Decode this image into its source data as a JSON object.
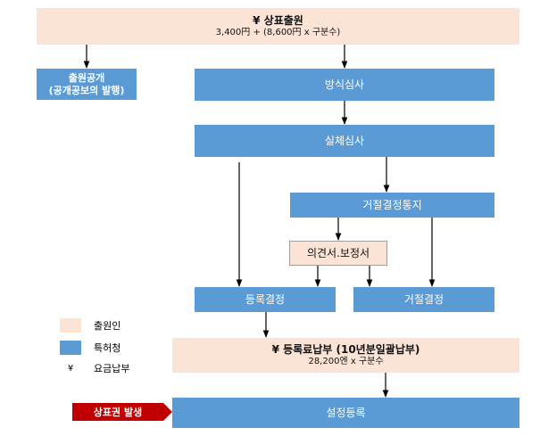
{
  "boxes": {
    "application": {
      "title": "¥ 상표출원",
      "fee": "3,400円 + (8,600円 x 구분수)"
    },
    "publication": {
      "line1": "출원공개",
      "line2": "(공개공보의 발행)"
    },
    "formality_exam": "방식심사",
    "substantive_exam": "실체심사",
    "rejection_notice": "거절결정통지",
    "response": "의견서.보정서",
    "registration_decision": "등록결정",
    "rejection_decision": "거절결정",
    "registration_fee": {
      "title": "¥ 등록료납부 (10년분일괄납부)",
      "fee": "28,200엔 x 구분수"
    },
    "establishment": "설정등록"
  },
  "legend": {
    "applicant": "출원인",
    "office": "특허청",
    "fee_symbol": "¥",
    "fee": "요금납부"
  },
  "trademark_right": "상표권 발생",
  "colors": {
    "applicant": "#fbe3d6",
    "office": "#5b9bd5",
    "right_marker": "#c00000"
  }
}
